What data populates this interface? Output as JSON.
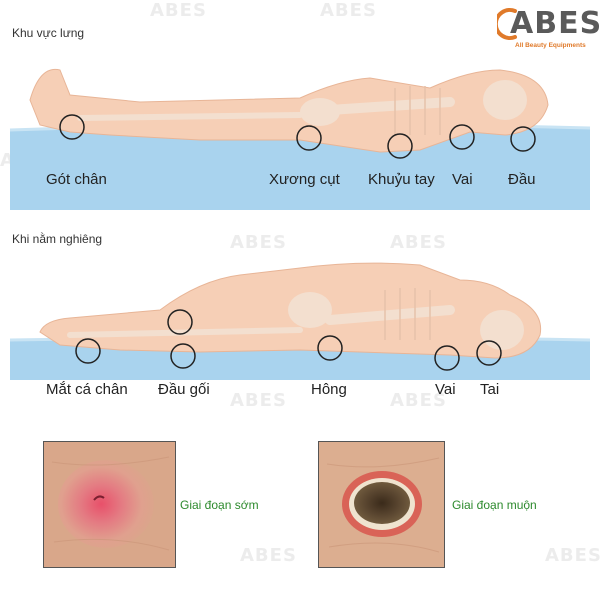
{
  "brand": {
    "name": "ABES",
    "tagline": "All Beauty Equipments",
    "accent": "#e07a2a"
  },
  "sections": {
    "back": {
      "title": "Khu vực lưng",
      "labels": [
        "Gót chân",
        "Xương cụt",
        "Khuỷu tay",
        "Vai",
        "Đầu"
      ]
    },
    "side": {
      "title": "Khi nằm nghiêng",
      "labels": [
        "Mắt cá chân",
        "Đầu gối",
        "Hông",
        "Vai",
        "Tai"
      ]
    }
  },
  "stages": {
    "early": "Giai đoạn sớm",
    "late": "Giai đoạn muộn"
  },
  "colors": {
    "mattress": "#a9d3ee",
    "body": "#f6cfb6",
    "marker": "#222222",
    "stage_text": "#2d8a2d"
  }
}
